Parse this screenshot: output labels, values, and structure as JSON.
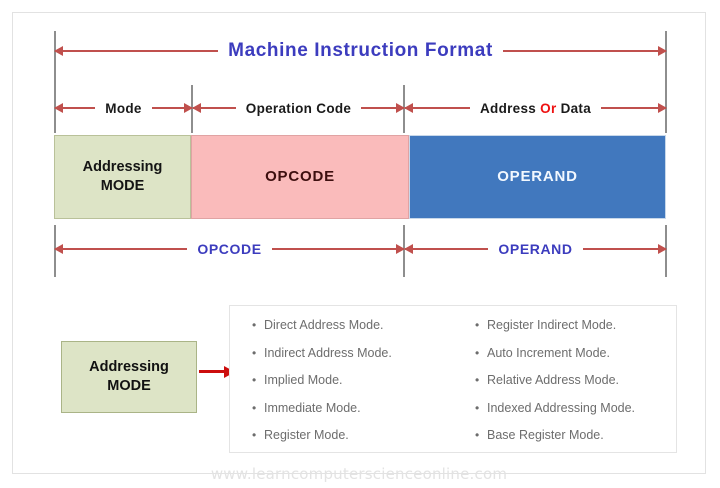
{
  "figure": {
    "title": "Machine  Instruction  Format",
    "watermark": "www.learncomputerscienceonline.com"
  },
  "colors": {
    "title_blue": "#3c3cbe",
    "arrow_red": "#c0504d",
    "callout_arrow_red": "#cc0d0d",
    "accent_red": "#ee1111",
    "mode_block_green": "#dde4c6",
    "opcode_block_pink": "#fabbbb",
    "operand_block_blue": "#4178be",
    "guide_gray": "#8e8e8e"
  },
  "field_labels": {
    "mode": "Mode",
    "operation_code": "Operation  Code",
    "address_or_data": {
      "first": "Address",
      "accent": "Or",
      "last": "Data"
    }
  },
  "blocks": [
    {
      "id": "mode",
      "line1": "Addressing",
      "line2": "MODE"
    },
    {
      "id": "opcode",
      "line1": "OPCODE",
      "line2": ""
    },
    {
      "id": "operand",
      "line1": "OPERAND",
      "line2": ""
    }
  ],
  "sub_measures": {
    "opcode": "OPCODE",
    "operand": "OPERAND"
  },
  "callout": {
    "line1": "Addressing",
    "line2": "MODE"
  },
  "modes": {
    "bullet": "•",
    "left_column": [
      "Direct  Address Mode.",
      "Indirect Address Mode.",
      "Implied Mode.",
      "Immediate Mode.",
      "Register Mode."
    ],
    "right_column": [
      "Register Indirect Mode.",
      "Auto Increment Mode.",
      "Relative Address Mode.",
      "Indexed Addressing Mode.",
      "Base Register Mode."
    ]
  }
}
